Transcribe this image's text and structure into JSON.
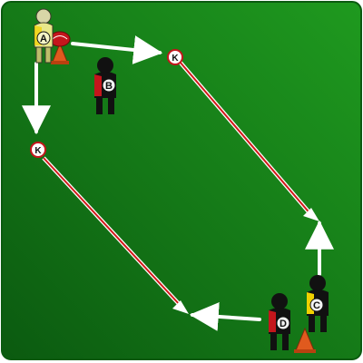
{
  "diagram": {
    "colors": {
      "field_light": "#1f9a1f",
      "field_dark": "#0b5a10",
      "arrow_white": "#ffffff",
      "arrow_red": "#d11a1a",
      "cone": "#e05a1e",
      "player_black": "#111111",
      "player_red": "#c4161c",
      "player_yellow": "#f1d100",
      "player_pale_yellow": "#e9e88a"
    },
    "players": [
      {
        "label": "A",
        "icon": "coach-player-icon"
      },
      {
        "label": "B",
        "icon": "player-icon"
      },
      {
        "label": "C",
        "icon": "player-icon"
      },
      {
        "label": "D",
        "icon": "player-icon"
      }
    ],
    "markers": [
      {
        "label": "K"
      },
      {
        "label": "K"
      }
    ]
  }
}
